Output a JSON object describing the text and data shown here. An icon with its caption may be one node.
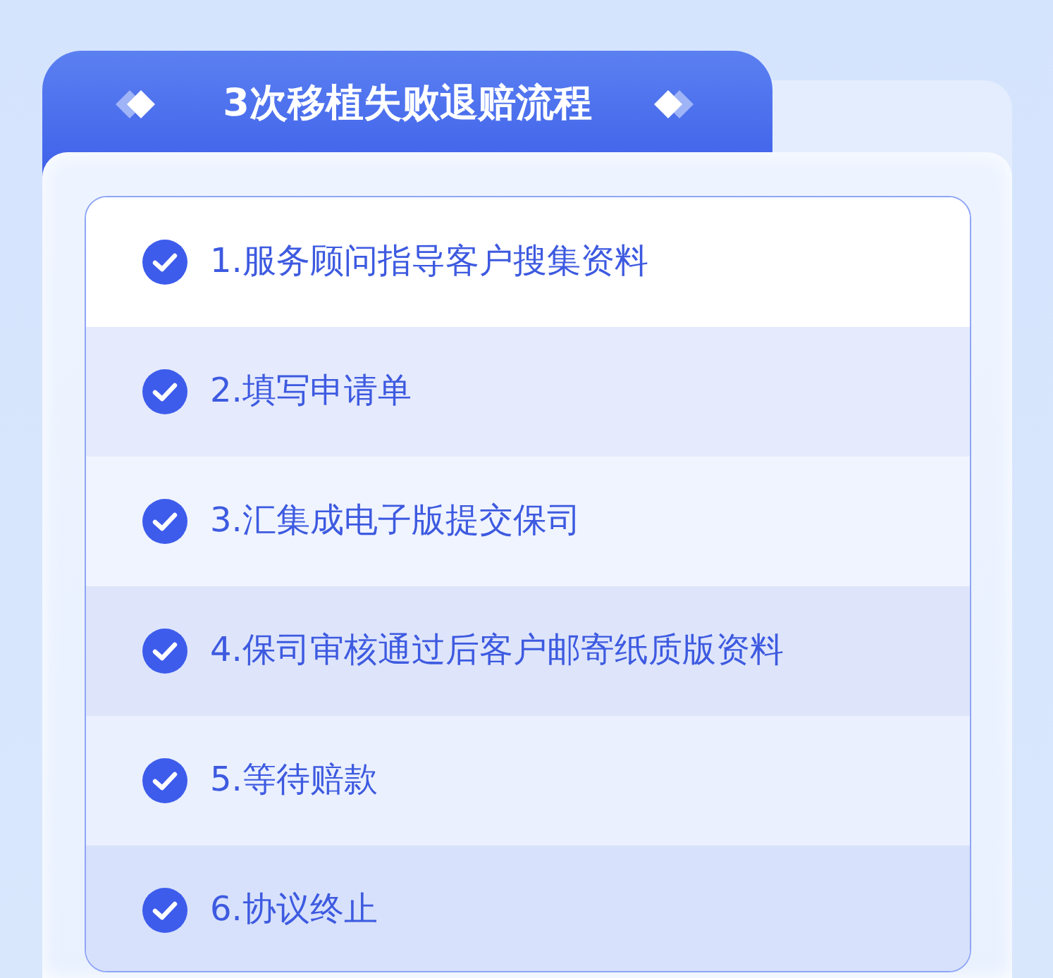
{
  "diagram": {
    "title": "3次移植失败退赔流程",
    "nodes": [
      {
        "text": [
          "1.服务顾问指导客户搜集资料"
        ]
      },
      {
        "text": [
          "2.填写申请单"
        ]
      },
      {
        "text": [
          "3.汇集成电子版提交保司"
        ]
      },
      {
        "text": [
          "4.保司审核通过后客户邮寄纸质版资料"
        ]
      },
      {
        "text": [
          "5.等待赔款"
        ]
      },
      {
        "text": [
          "6.协议终止"
        ]
      }
    ]
  }
}
